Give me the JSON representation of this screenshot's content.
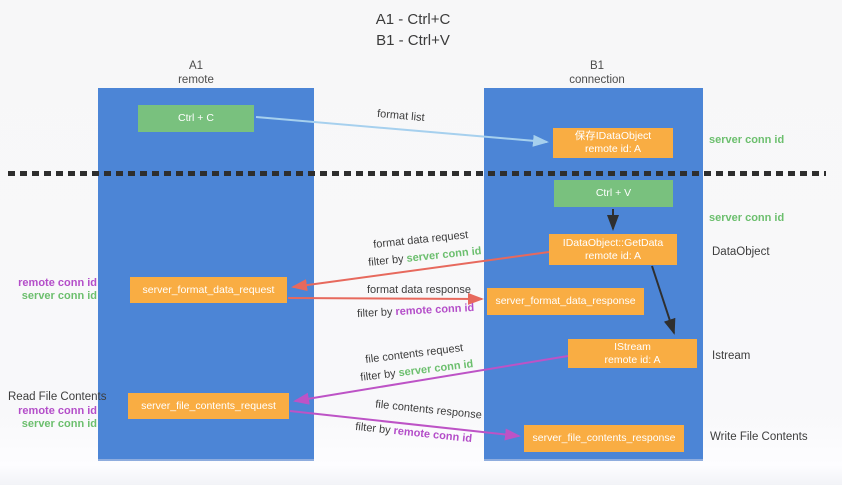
{
  "title": {
    "line1": "A1 - Ctrl+C",
    "line2": "B1 - Ctrl+V"
  },
  "lanes": {
    "left": {
      "name": "A1",
      "subtitle": "remote"
    },
    "right": {
      "name": "B1",
      "subtitle": "connection"
    }
  },
  "nodes": {
    "ctrl_c": "Ctrl + C",
    "ctrl_v": "Ctrl + V",
    "save_idataobject": {
      "line1": "保存IDataObject",
      "line2": "remote id: A"
    },
    "idataobject_getdata": {
      "line1": "IDataObject::GetData",
      "line2": "remote id: A"
    },
    "istream": {
      "line1": "IStream",
      "line2": "remote id: A"
    },
    "server_format_data_request": "server_format_data_request",
    "server_format_data_response": "server_format_data_response",
    "server_file_contents_request": "server_file_contents_request",
    "server_file_contents_response": "server_file_contents_response"
  },
  "arrow_labels": {
    "format_list": "format list",
    "format_data_request": "format data request",
    "format_data_response": "format data response",
    "file_contents_request": "file contents request",
    "file_contents_response": "file contents response",
    "filter_by": "filter by",
    "server_conn_id": "server conn id",
    "remote_conn_id": "remote conn id"
  },
  "side_labels": {
    "server_conn_id_top": "server conn id",
    "server_conn_id_mid": "server conn id",
    "dataobject": "DataObject",
    "istream": "Istream",
    "write_file_contents": "Write File Contents",
    "read_file_contents": "Read File Contents",
    "remote_conn_id": "remote conn id",
    "server_conn_id": "server conn id"
  },
  "colors": {
    "lane_blue": "#4c85d6",
    "node_green": "#79c17e",
    "node_orange": "#f9ad43",
    "arrow_light_blue": "#a6d0ee",
    "arrow_red": "#e7695d",
    "arrow_magenta": "#bd53c6",
    "arrow_black": "#2f2f2f",
    "text_green": "#6cbf6e",
    "text_purple": "#b44ec9",
    "text_dark": "#3d3d3d"
  }
}
